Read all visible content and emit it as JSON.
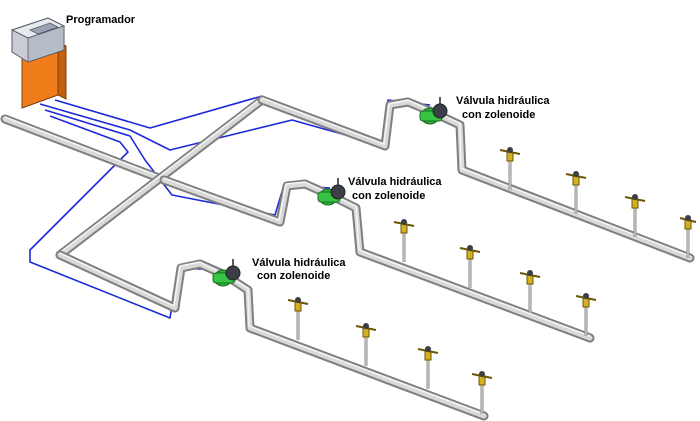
{
  "labels": {
    "controller": "Programador",
    "valve_top": [
      "Válvula hidráulica",
      "con zolenoide"
    ],
    "valve_mid": [
      "Válvula hidráulica",
      "con zolenoide"
    ],
    "valve_bot": [
      "Válvula hidráulica",
      "con zolenoide"
    ]
  },
  "colors": {
    "controller_body": "#f07d1a",
    "controller_head": "#c8ccd4",
    "pipe": "#d9d9d9",
    "wire": "#1a2ad8",
    "valve": "#2fae3a",
    "sprinkler": "#d6b11f"
  },
  "icons": {
    "controller": "controller-icon",
    "valve": "solenoid-valve-icon",
    "sprinkler": "sprinkler-icon"
  }
}
